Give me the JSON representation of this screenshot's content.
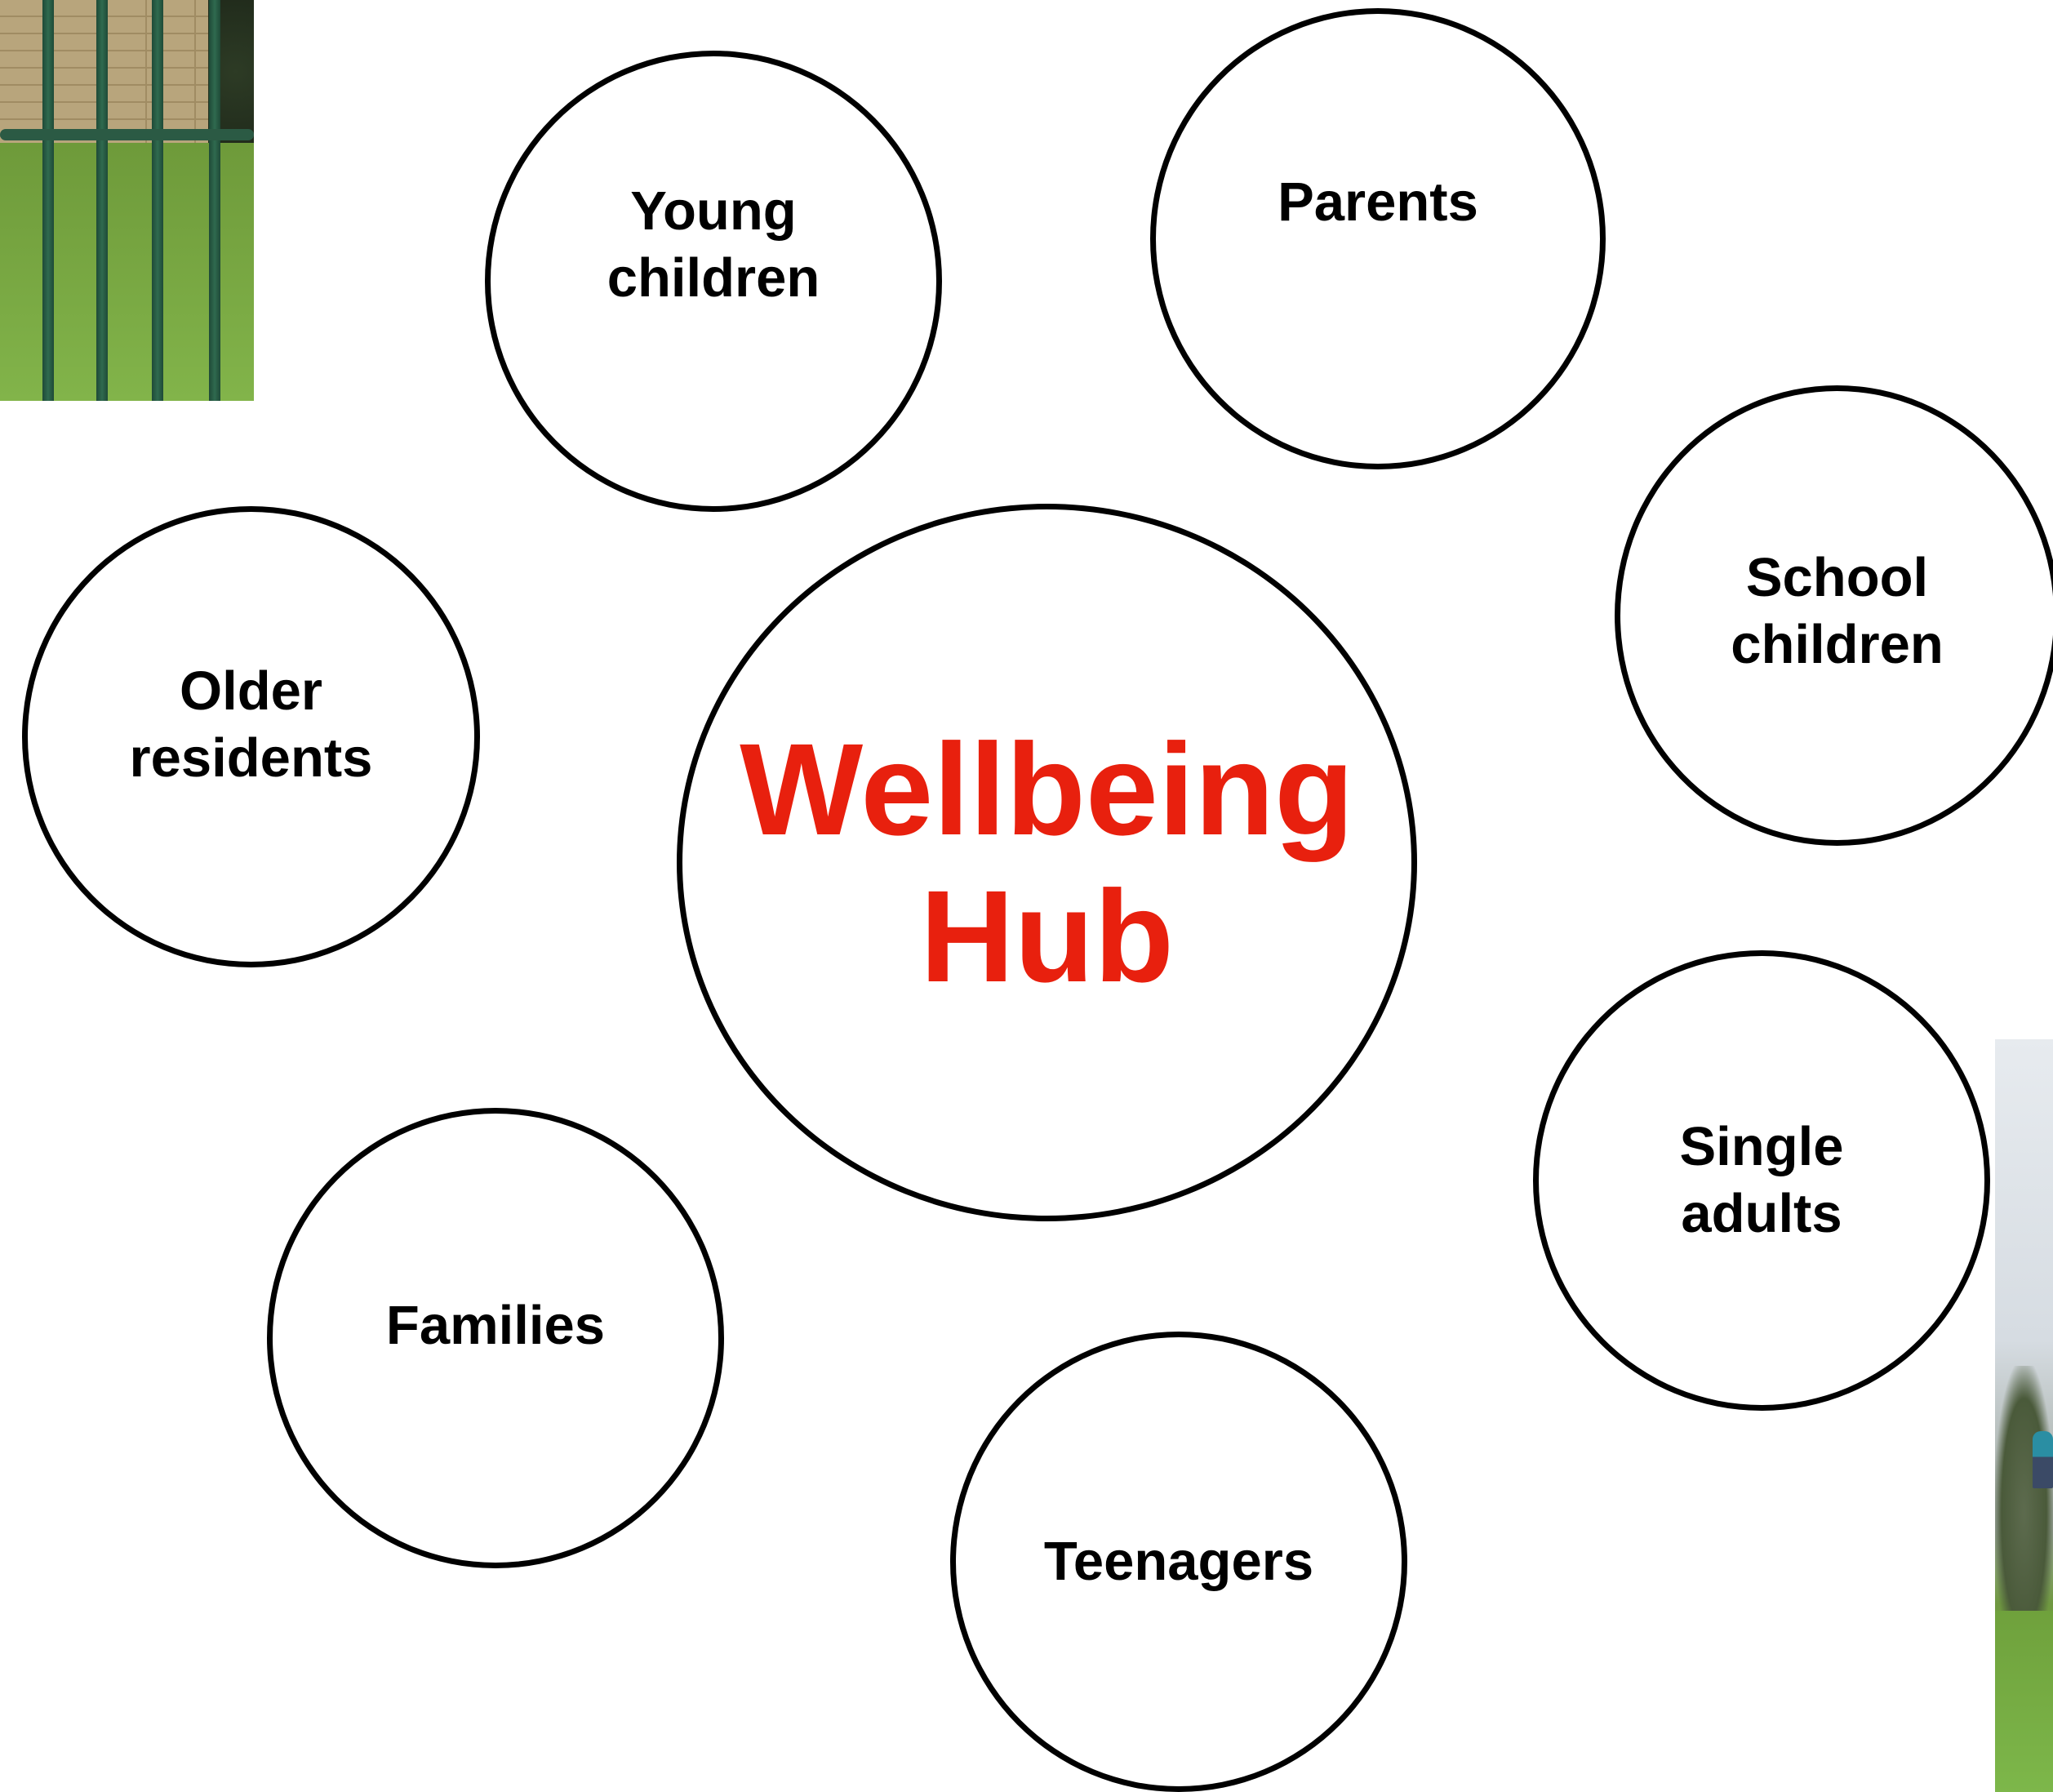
{
  "hub": {
    "label": "Wellbeing\nHub",
    "color": "#e8200e"
  },
  "groups": [
    {
      "id": "young-children",
      "label": "Young\nchildren"
    },
    {
      "id": "parents",
      "label": "Parents"
    },
    {
      "id": "school-children",
      "label": "School\nchildren"
    },
    {
      "id": "older-residents",
      "label": "Older\nresidents"
    },
    {
      "id": "single-adults",
      "label": "Single\nadults"
    },
    {
      "id": "families",
      "label": "Families"
    },
    {
      "id": "teenagers",
      "label": "Teenagers"
    }
  ],
  "images": [
    {
      "id": "fence-photo",
      "icon": "green-fence-photo"
    },
    {
      "id": "park-photo",
      "icon": "park-walker-photo"
    }
  ]
}
